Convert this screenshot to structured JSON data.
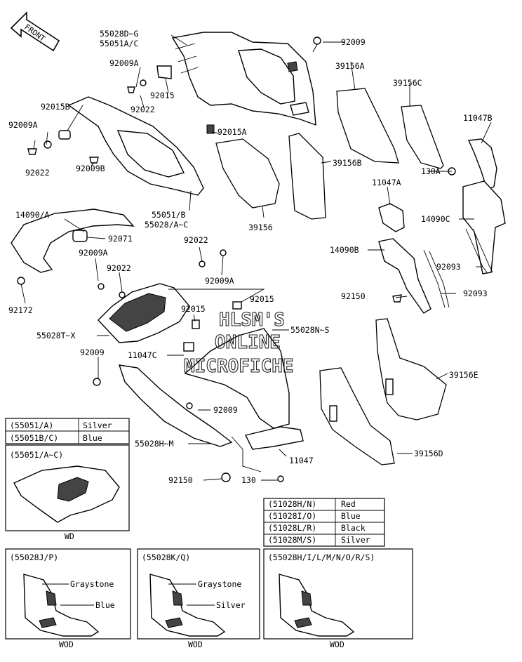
{
  "front_arrow": "FRONT",
  "watermark": [
    "HLSM'S",
    "ONLINE",
    "MICROFICHE"
  ],
  "labels": {
    "p55028dg": "55028D~G",
    "p55051ac": "55051A/C",
    "p92009_top": "92009",
    "p92009a_1": "92009A",
    "p92015_1": "92015",
    "p92022_1": "92022",
    "p92015b": "92015B",
    "p92009a_2": "92009A",
    "p92022_2": "92022",
    "p92009b": "92009B",
    "p92015a": "92015A",
    "p55051b": "55051/B",
    "p55028ac": "55028/A~C",
    "p39156a": "39156A",
    "p39156c": "39156C",
    "p39156b": "39156B",
    "p39156": "39156",
    "p11047b": "11047B",
    "p11047a": "11047A",
    "p130a": "130A",
    "p14090c": "14090C",
    "p14090b": "14090B",
    "p92093_1": "92093",
    "p92093_2": "92093",
    "p92150_1": "92150",
    "p14090a": "14090/A",
    "p92071": "92071",
    "p92009a_3": "92009A",
    "p92172": "92172",
    "p92022_3": "92022",
    "p92022_4": "92022",
    "p92009a_4": "92009A",
    "p92015_2": "92015",
    "p92015_3": "92015",
    "p55028tx": "55028T~X",
    "p55028ns": "55028N~S",
    "p11047c": "11047C",
    "p92009_2": "92009",
    "p39156e": "39156E",
    "p92009_3": "92009",
    "p55028hm": "55028H~M",
    "p11047": "11047",
    "p39156d": "39156D",
    "p92150_2": "92150",
    "p130": "130"
  },
  "color_table_left": [
    {
      "code": "(55051/A)",
      "color": "Silver"
    },
    {
      "code": "(55051B/C)",
      "color": "Blue"
    }
  ],
  "inset_55051": {
    "title": "(55051/A~C)",
    "caption": "WD"
  },
  "color_table_right": [
    {
      "code": "(51028H/N)",
      "color": "Red"
    },
    {
      "code": "(51028I/O)",
      "color": "Blue"
    },
    {
      "code": "(51028L/R)",
      "color": "Black"
    },
    {
      "code": "(51028M/S)",
      "color": "Silver"
    }
  ],
  "bottom_insets": [
    {
      "title": "(55028J/P)",
      "label_upper": "Graystone",
      "label_lower": "Blue",
      "caption": "WOD"
    },
    {
      "title": "(55028K/Q)",
      "label_upper": "Graystone",
      "label_lower": "Silver",
      "caption": "WOD"
    },
    {
      "title": "(55028H/I/L/M/N/O/R/S)",
      "caption": "WOD"
    }
  ]
}
